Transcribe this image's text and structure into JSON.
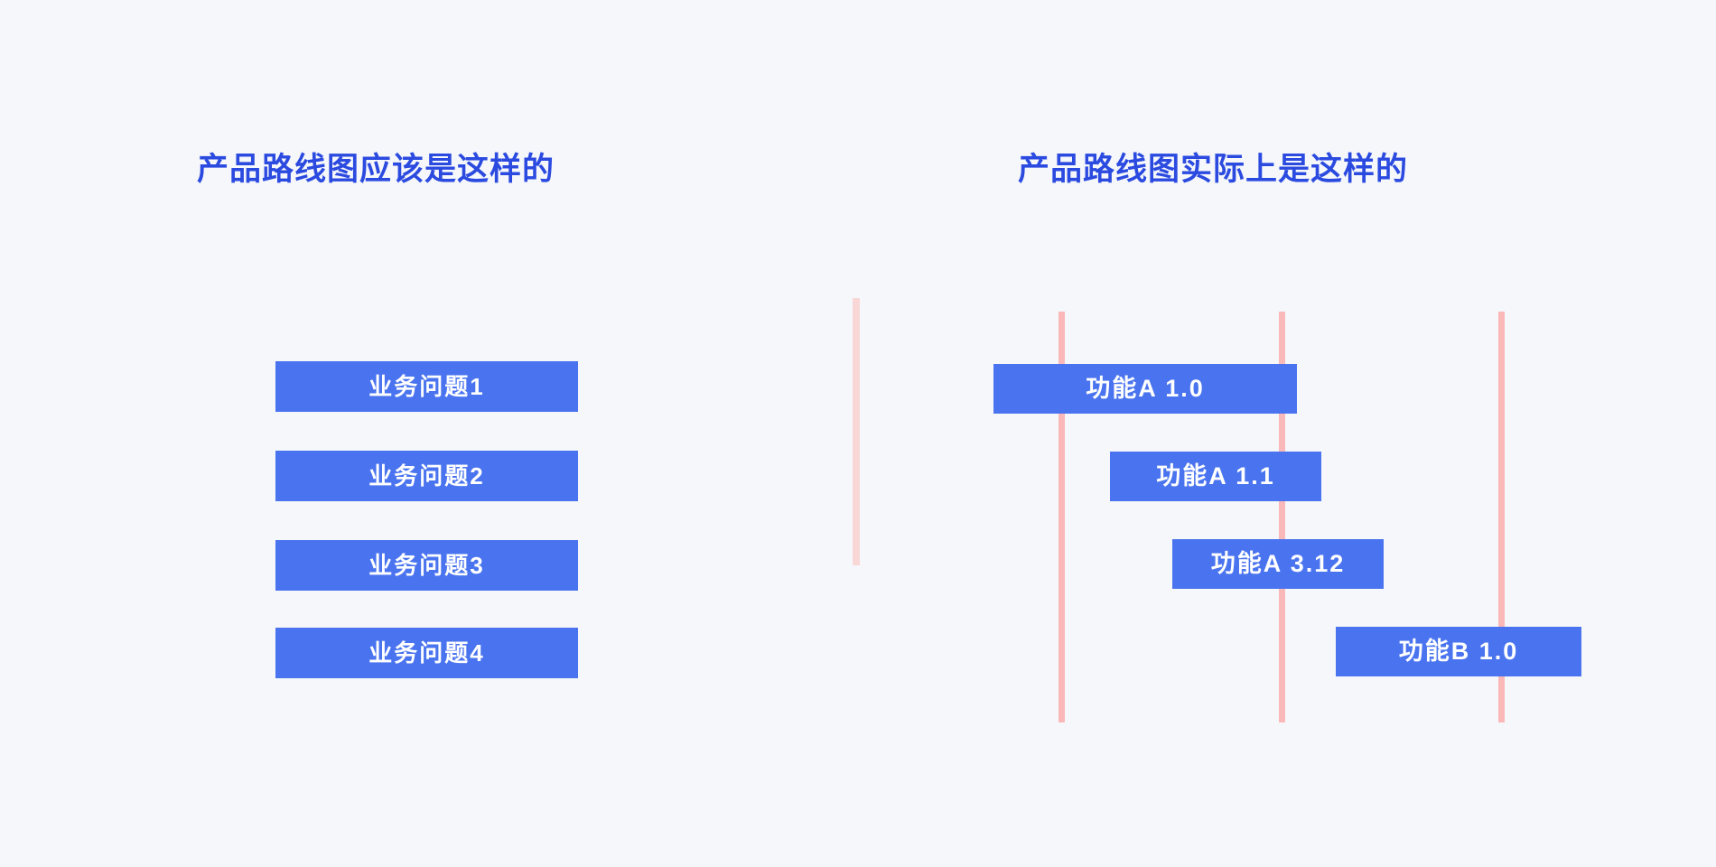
{
  "canvas": {
    "background_color": "#f5f7fb",
    "accent_blue": "#4a74ef",
    "title_blue": "#2b4ae0",
    "rule_pink": "#fbb8b8",
    "divider_pink": "#fad7d7"
  },
  "left_panel": {
    "title": "产品路线图应该是这样的",
    "boxes": [
      {
        "label": "业务问题1"
      },
      {
        "label": "业务问题2"
      },
      {
        "label": "业务问题3"
      },
      {
        "label": "业务问题4"
      }
    ]
  },
  "right_panel": {
    "title": "产品路线图实际上是这样的",
    "bars": [
      {
        "label": "功能A 1.0"
      },
      {
        "label": "功能A 1.1"
      },
      {
        "label": "功能A 3.12"
      },
      {
        "label": "功能B 1.0"
      }
    ],
    "rules": [
      {
        "name": "timeline-rule-1"
      },
      {
        "name": "timeline-rule-2"
      },
      {
        "name": "timeline-rule-3"
      }
    ]
  }
}
